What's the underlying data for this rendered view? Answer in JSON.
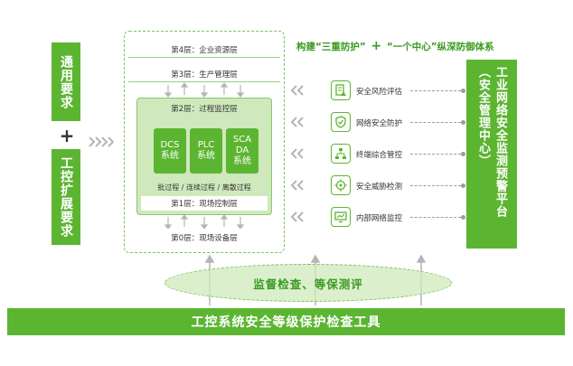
{
  "left": {
    "general_requirements": "通用要求",
    "plus": "+",
    "extended_requirements": "工控扩展要求"
  },
  "title": {
    "part1": "构建“三重防护”",
    "plus": "+",
    "part2": "“一个中心”纵深防御体系"
  },
  "layers": {
    "layer4": "第4层：企业资源层",
    "layer3": "第3层：生产管理层",
    "layer2": "第2层：过程监控层",
    "systems": [
      {
        "line1": "DCS",
        "line2": "系统",
        "line3": ""
      },
      {
        "line1": "PLC",
        "line2": "系统",
        "line3": ""
      },
      {
        "line1": "SCA",
        "line2": "DA",
        "line3": "系统"
      }
    ],
    "process_types": "批过程 / 连续过程 / 离散过程",
    "layer1": "第1层：现场控制层",
    "layer0": "第0层：现场设备层"
  },
  "security_items": [
    {
      "label": "安全风险评估",
      "icon": "document-alert-icon"
    },
    {
      "label": "网络安全防护",
      "icon": "shield-check-icon"
    },
    {
      "label": "终端综合管控",
      "icon": "network-nodes-icon"
    },
    {
      "label": "安全威胁检测",
      "icon": "target-icon"
    },
    {
      "label": "内部网络监控",
      "icon": "monitor-chart-icon"
    }
  ],
  "right_panel": {
    "title": "工业网络安全监测预警平台",
    "subtitle": "（安全管理中心）"
  },
  "oval": "监督检查、等保测评",
  "bottom_bar": "工控系统安全等级保护检查工具",
  "colors": {
    "primary_green": "#5cb531",
    "light_green": "#e8f4df",
    "title_green": "#3a9a20"
  }
}
